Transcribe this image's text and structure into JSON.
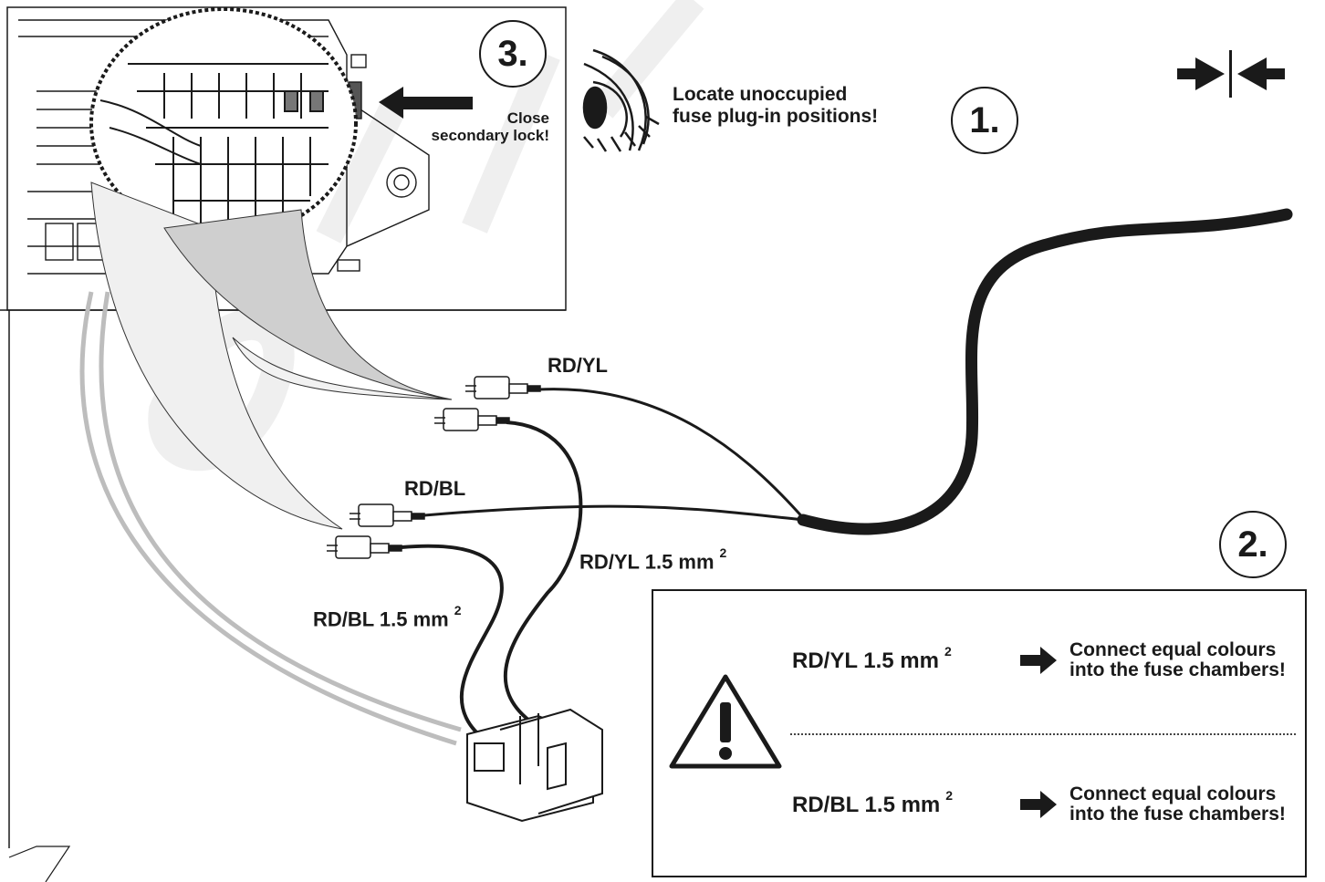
{
  "steps": {
    "step1": {
      "number": "1.",
      "text": [
        "Locate unoccupied",
        "fuse plug-in positions!"
      ]
    },
    "step2": {
      "number": "2."
    },
    "step3": {
      "number": "3.",
      "text": [
        "Close",
        "secondary lock!"
      ]
    }
  },
  "wires": {
    "rd_yl": "RD/YL",
    "rd_bl": "RD/BL",
    "rd_yl_gauge": "RD/YL 1.5 mm",
    "rd_bl_gauge": "RD/BL 1.5 mm",
    "unit_sup": "2"
  },
  "instructions": [
    {
      "wire": "RD/YL 1.5 mm",
      "sup": "2",
      "note": [
        "Connect equal colours",
        "into the fuse chambers!"
      ]
    },
    {
      "wire": "RD/BL 1.5 mm",
      "sup": "2",
      "note": [
        "Connect equal colours",
        "into the fuse chambers!"
      ]
    }
  ],
  "icons": [
    "eye-icon",
    "warning-triangle-icon",
    "arrow-left-icon",
    "arrow-right-icon",
    "converging-arrows-icon"
  ],
  "colors": {
    "ink": "#1a1a1a",
    "grey_wire": "#bdbdbd",
    "watermark": "#e6e6e6"
  }
}
